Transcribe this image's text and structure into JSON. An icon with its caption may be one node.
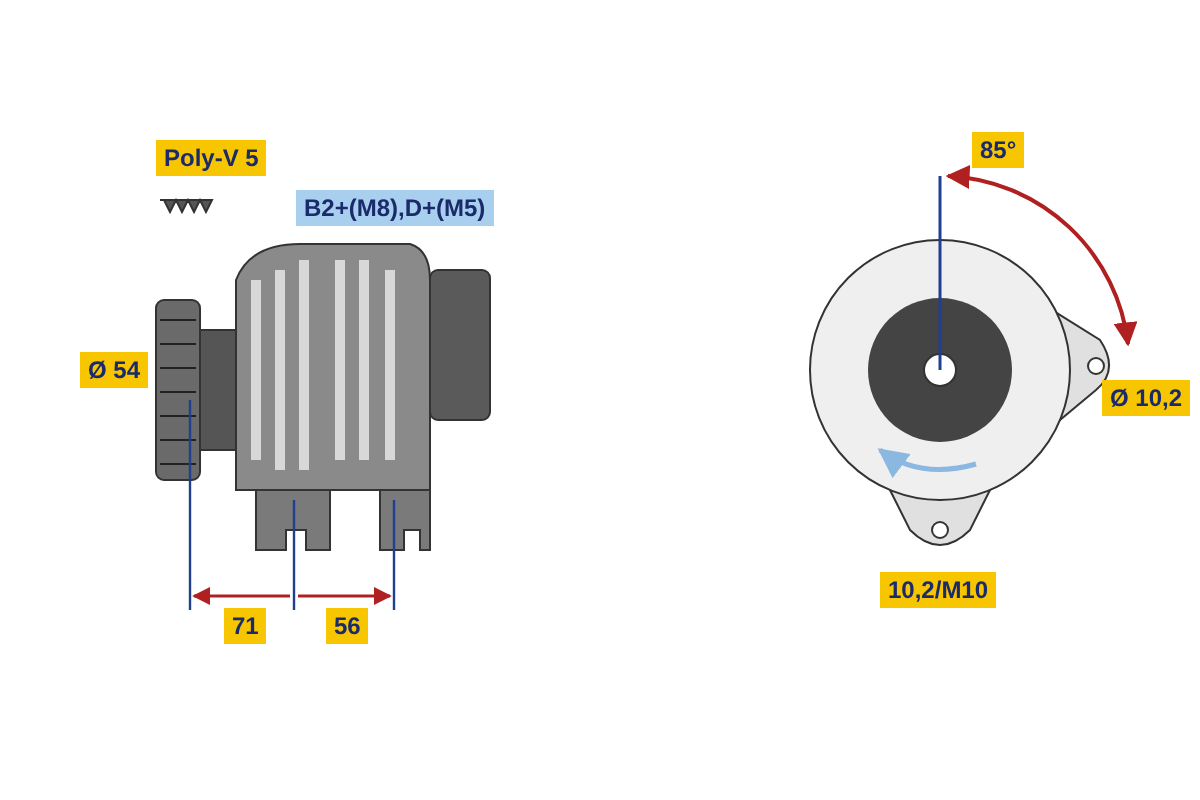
{
  "diagram": {
    "labels": [
      "Poly-V 5",
      "B2+(M8),D+(M5)",
      "Ø 54",
      "71",
      "56",
      "85°",
      "Ø 10,2",
      "10,2/M10"
    ]
  }
}
